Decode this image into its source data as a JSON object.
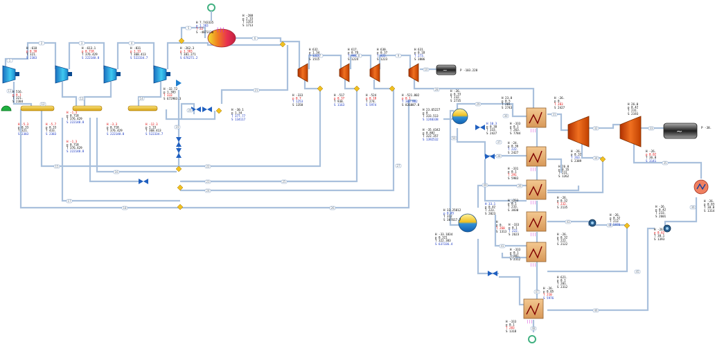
{
  "diagram": {
    "colors": {
      "stream": "#a9c0dc",
      "compressor": "#2aa8e0",
      "turbine": "#e05a10",
      "hx_body": "#e8b078",
      "heater": "#f04a5a",
      "mixer": "#f0c020",
      "valve": "#2060c0",
      "pressure_red": "#e00000",
      "mass_blue": "#1030c0"
    },
    "legend": {
      "power_out_1": "P -103.228",
      "power_out_2": "P -38."
    },
    "blocks": [
      {
        "id": "c1",
        "lines": [
          {
            "t": "H -618",
            "c": "k"
          },
          {
            "t": "p 0.38",
            "c": "r"
          },
          {
            "t": "T 321.",
            "c": "k"
          },
          {
            "t": "S 2383",
            "c": "b"
          }
        ]
      },
      {
        "id": "c2",
        "lines": [
          {
            "t": "H -613.1",
            "c": "k"
          },
          {
            "t": "p 0.718",
            "c": "r"
          },
          {
            "t": "T 376.429",
            "c": "k"
          },
          {
            "t": "S 222148.8",
            "c": "b"
          }
        ]
      },
      {
        "id": "c3",
        "lines": [
          {
            "t": "H -831",
            "c": "k"
          },
          {
            "t": "p 1.33",
            "c": "r"
          },
          {
            "t": "T 368.413",
            "c": "k"
          },
          {
            "t": "S 522334.7",
            "c": "b"
          }
        ]
      },
      {
        "id": "c4",
        "lines": [
          {
            "t": "H -262.3",
            "c": "k"
          },
          {
            "t": "p 1.383",
            "c": "r"
          },
          {
            "t": "T 381.271",
            "c": "k"
          },
          {
            "t": "S 676271.2",
            "c": "b"
          }
        ]
      },
      {
        "id": "heat",
        "lines": [
          {
            "t": "H -288",
            "c": "k"
          },
          {
            "t": "p 2.33",
            "c": "k"
          },
          {
            "t": "T 1353",
            "c": "k"
          },
          {
            "t": "S 1713",
            "c": "k"
          }
        ]
      },
      {
        "id": "heatin",
        "lines": [
          {
            "t": "H 7.743335",
            "c": "k"
          },
          {
            "t": "p 1.383",
            "c": "b"
          },
          {
            "t": "T 22",
            "c": "r"
          },
          {
            "t": "S -4873136",
            "c": "k"
          }
        ]
      },
      {
        "id": "t1",
        "lines": [
          {
            "t": "H 632.",
            "c": "k"
          },
          {
            "t": "p 1.34",
            "c": "k"
          },
          {
            "t": "T 1229",
            "c": "b"
          },
          {
            "t": "S 1515",
            "c": "k"
          }
        ]
      },
      {
        "id": "t2",
        "lines": [
          {
            "t": "H 617.",
            "c": "k"
          },
          {
            "t": "p 0.79",
            "c": "k"
          },
          {
            "t": "T 981.",
            "c": "b"
          },
          {
            "t": "S 1224",
            "c": "k"
          }
        ]
      },
      {
        "id": "t3",
        "lines": [
          {
            "t": "H 630.",
            "c": "k"
          },
          {
            "t": "p 0.37",
            "c": "k"
          },
          {
            "t": "T 822.",
            "c": "b"
          },
          {
            "t": "S 1223",
            "c": "k"
          }
        ]
      },
      {
        "id": "t4",
        "lines": [
          {
            "t": "H 631.",
            "c": "k"
          },
          {
            "t": "p 0.18",
            "c": "k"
          },
          {
            "t": "T 273.",
            "c": "b"
          },
          {
            "t": "S 3806",
            "c": "k"
          }
        ]
      },
      {
        "id": "tb1",
        "lines": [
          {
            "t": "H -333",
            "c": "k"
          },
          {
            "t": "p 0.7",
            "c": "r"
          },
          {
            "t": "T 1253",
            "c": "b"
          },
          {
            "t": "S 1358",
            "c": "k"
          }
        ]
      },
      {
        "id": "tb2",
        "lines": [
          {
            "t": "H -517",
            "c": "k"
          },
          {
            "t": "p 0.37",
            "c": "r"
          },
          {
            "t": "T 938.",
            "c": "k"
          },
          {
            "t": "S 1163",
            "c": "b"
          }
        ]
      },
      {
        "id": "tb3",
        "lines": [
          {
            "t": "H -524",
            "c": "k"
          },
          {
            "t": "p 0.18",
            "c": "r"
          },
          {
            "t": "T 274.",
            "c": "k"
          },
          {
            "t": "S 5974",
            "c": "b"
          }
        ]
      },
      {
        "id": "tb4",
        "lines": [
          {
            "t": "H -521.802",
            "c": "k"
          },
          {
            "t": "p 0.1",
            "c": "r"
          },
          {
            "t": "T 303.802",
            "c": "b"
          },
          {
            "t": "S 826887.8",
            "c": "k"
          }
        ]
      },
      {
        "id": "spl1",
        "lines": [
          {
            "t": "H 516.",
            "c": "k"
          },
          {
            "t": "p 0.1",
            "c": "r"
          },
          {
            "t": "T 321.",
            "c": "k"
          },
          {
            "t": "S 2384",
            "c": "k"
          }
        ]
      },
      {
        "id": "s1",
        "lines": [
          {
            "t": "H -5.3",
            "c": "r"
          },
          {
            "t": "p 0.33",
            "c": "k"
          },
          {
            "t": "T 321.",
            "c": "k"
          },
          {
            "t": "S 2383",
            "c": "b"
          }
        ]
      },
      {
        "id": "s2",
        "lines": [
          {
            "t": "H -5.7",
            "c": "r"
          },
          {
            "t": "p 0.33",
            "c": "k"
          },
          {
            "t": "T 433.",
            "c": "k"
          },
          {
            "t": "S 2383",
            "c": "b"
          }
        ]
      },
      {
        "id": "s3",
        "lines": [
          {
            "t": "H -1.3",
            "c": "r"
          },
          {
            "t": "p 0.718",
            "c": "k"
          },
          {
            "t": "T 376.429",
            "c": "k"
          },
          {
            "t": "S 222148.8",
            "c": "b"
          }
        ]
      },
      {
        "id": "s3b",
        "lines": [
          {
            "t": "H -1.3",
            "c": "r"
          },
          {
            "t": "p 0.718",
            "c": "k"
          },
          {
            "t": "T 376.429",
            "c": "k"
          },
          {
            "t": "S 222148.8",
            "c": "b"
          }
        ]
      },
      {
        "id": "s4",
        "lines": [
          {
            "t": "H -3.3",
            "c": "r"
          },
          {
            "t": "p 0.718",
            "c": "k"
          },
          {
            "t": "T 376.429",
            "c": "k"
          },
          {
            "t": "S 222148.8",
            "c": "b"
          }
        ]
      },
      {
        "id": "s5",
        "lines": [
          {
            "t": "H -12.3",
            "c": "r"
          },
          {
            "t": "p 1.33",
            "c": "k"
          },
          {
            "t": "T 368.413",
            "c": "k"
          },
          {
            "t": "S 522334.7",
            "c": "b"
          }
        ]
      },
      {
        "id": "v1",
        "lines": [
          {
            "t": "H -32.72",
            "c": "k"
          },
          {
            "t": "p 1.383",
            "c": "k"
          },
          {
            "t": "T 333",
            "c": "r"
          },
          {
            "t": "S 672983.3",
            "c": "k"
          }
        ]
      },
      {
        "id": "m1",
        "lines": [
          {
            "t": "H -30.1",
            "c": "k"
          },
          {
            "t": "p 1.34",
            "c": "k"
          },
          {
            "t": "T 377.77",
            "c": "b"
          },
          {
            "t": "S 134117",
            "c": "b"
          }
        ]
      },
      {
        "id": "drum1",
        "lines": [
          {
            "t": "H 23.65227",
            "c": "k"
          },
          {
            "t": "p 8",
            "c": "k"
          },
          {
            "t": "T 333.513",
            "c": "k"
          },
          {
            "t": "S 1240338",
            "c": "b"
          }
        ]
      },
      {
        "id": "drum1b",
        "lines": [
          {
            "t": "H -35.4342",
            "c": "k"
          },
          {
            "t": "p 0.882",
            "c": "k"
          },
          {
            "t": "T 322.357",
            "c": "k"
          },
          {
            "t": "S 1392532",
            "c": "b"
          }
        ]
      },
      {
        "id": "e1",
        "lines": [
          {
            "t": "H -26.",
            "c": "k"
          },
          {
            "t": "p 6.33",
            "c": "k"
          },
          {
            "t": "T 232.",
            "c": "k"
          },
          {
            "t": "S 2735",
            "c": "k"
          }
        ]
      },
      {
        "id": "hx1",
        "lines": [
          {
            "t": "H 23.8",
            "c": "k"
          },
          {
            "t": "p 0.5",
            "c": "k"
          },
          {
            "t": "T 201.",
            "c": "k"
          },
          {
            "t": "S 2743",
            "c": "k"
          }
        ]
      },
      {
        "id": "hx1r",
        "lines": [
          {
            "t": "H -26.",
            "c": "k"
          },
          {
            "t": "p 0.",
            "c": "k"
          },
          {
            "t": "T 283",
            "c": "r"
          },
          {
            "t": "S 2427",
            "c": "k"
          }
        ]
      },
      {
        "id": "hx2",
        "lines": [
          {
            "t": "H 10.3",
            "c": "b"
          },
          {
            "t": "p 0.38",
            "c": "k"
          },
          {
            "t": "T 333.",
            "c": "k"
          },
          {
            "t": "S 2427",
            "c": "k"
          }
        ]
      },
      {
        "id": "hx2l",
        "lines": [
          {
            "t": "H -333",
            "c": "k"
          },
          {
            "t": "p 0.1",
            "c": "k"
          },
          {
            "t": "T 263.",
            "c": "k"
          },
          {
            "t": "S 7784",
            "c": "k"
          }
        ]
      },
      {
        "id": "hx2r",
        "lines": [
          {
            "t": "H -24.",
            "c": "k"
          },
          {
            "t": "p 0.36",
            "c": "k"
          },
          {
            "t": "T 222.",
            "c": "b"
          },
          {
            "t": "S 2427",
            "c": "k"
          }
        ]
      },
      {
        "id": "tur2",
        "lines": [
          {
            "t": "H -26.",
            "c": "k"
          },
          {
            "t": "p 0.32",
            "c": "k"
          },
          {
            "t": "T 263.",
            "c": "b"
          },
          {
            "t": "S 2389",
            "c": "k"
          }
        ]
      },
      {
        "id": "tur3",
        "lines": [
          {
            "t": "H 26.0",
            "c": "k"
          },
          {
            "t": "p 0.42",
            "c": "k"
          },
          {
            "t": "T 231.",
            "c": "k"
          },
          {
            "t": "S 2193",
            "c": "k"
          }
        ]
      },
      {
        "id": "tur3b",
        "lines": [
          {
            "t": "H -26.",
            "c": "k"
          },
          {
            "t": "p 0.02",
            "c": "r"
          },
          {
            "t": "T 36.8",
            "c": "k"
          },
          {
            "t": "S 3141",
            "c": "b"
          }
        ]
      },
      {
        "id": "hx3",
        "lines": [
          {
            "t": "H 26.0",
            "c": "k"
          },
          {
            "t": "p 0.35",
            "c": "k"
          },
          {
            "t": "T 231.",
            "c": "k"
          },
          {
            "t": "S 1262",
            "c": "k"
          }
        ]
      },
      {
        "id": "hx3l",
        "lines": [
          {
            "t": "H -331",
            "c": "k"
          },
          {
            "t": "p 0.1",
            "c": "k"
          },
          {
            "t": "T 291",
            "c": "r"
          },
          {
            "t": "S 5983",
            "c": "k"
          }
        ]
      },
      {
        "id": "hx4",
        "lines": [
          {
            "t": "H -26.",
            "c": "k"
          },
          {
            "t": "p 0.32",
            "c": "k"
          },
          {
            "t": "T 232.",
            "c": "r"
          },
          {
            "t": "S 2135",
            "c": "k"
          }
        ]
      },
      {
        "id": "hx4l",
        "lines": [
          {
            "t": "H -333",
            "c": "k"
          },
          {
            "t": "p 0.1",
            "c": "k"
          },
          {
            "t": "T 233.",
            "c": "k"
          },
          {
            "t": "S 3830",
            "c": "k"
          }
        ]
      },
      {
        "id": "drum2",
        "lines": [
          {
            "t": "H 33.25812",
            "c": "k"
          },
          {
            "t": "p 0.45",
            "c": "b"
          },
          {
            "t": "T 312",
            "c": "k"
          },
          {
            "t": "S 387617.7",
            "c": "k"
          }
        ]
      },
      {
        "id": "drum2b",
        "lines": [
          {
            "t": "H -33.1834",
            "c": "k"
          },
          {
            "t": "p 0.321",
            "c": "k"
          },
          {
            "t": "T 322.383",
            "c": "k"
          },
          {
            "t": "S 637336.4",
            "c": "b"
          }
        ]
      },
      {
        "id": "e2",
        "lines": [
          {
            "t": "H 33.1",
            "c": "b"
          },
          {
            "t": "p 0.42",
            "c": "k"
          },
          {
            "t": "T 223.",
            "c": "k"
          },
          {
            "t": "S 2023",
            "c": "k"
          }
        ]
      },
      {
        "id": "e3",
        "lines": [
          {
            "t": "H -26.",
            "c": "k"
          },
          {
            "t": "p 0.42",
            "c": "k"
          },
          {
            "t": "T 233.",
            "c": "k"
          },
          {
            "t": "S 2601",
            "c": "k"
          }
        ]
      },
      {
        "id": "hx5",
        "lines": [
          {
            "t": "H",
            "c": "k"
          },
          {
            "t": "p 0.",
            "c": "k"
          },
          {
            "t": "T 260",
            "c": "r"
          },
          {
            "t": "S 1313",
            "c": "k"
          }
        ]
      },
      {
        "id": "hx5l",
        "lines": [
          {
            "t": "H -333",
            "c": "k"
          },
          {
            "t": "p 0.1",
            "c": "k"
          },
          {
            "t": "T 222.",
            "c": "b"
          },
          {
            "t": "S 2623",
            "c": "k"
          }
        ]
      },
      {
        "id": "hx6",
        "lines": [
          {
            "t": "H -26.",
            "c": "k"
          },
          {
            "t": "p 0.32",
            "c": "k"
          },
          {
            "t": "T 222.",
            "c": "k"
          },
          {
            "t": "S 2122",
            "c": "k"
          }
        ]
      },
      {
        "id": "hx6l",
        "lines": [
          {
            "t": "H -333",
            "c": "k"
          },
          {
            "t": "p 0.1",
            "c": "k"
          },
          {
            "t": "T 201.",
            "c": "k"
          },
          {
            "t": "S 2312",
            "c": "k"
          }
        ]
      },
      {
        "id": "pump1",
        "lines": [
          {
            "t": "H -26.",
            "c": "k"
          },
          {
            "t": "p 0.32",
            "c": "k"
          },
          {
            "t": "T 213",
            "c": "k"
          },
          {
            "t": "S 5976",
            "c": "b"
          }
        ]
      },
      {
        "id": "pump2",
        "lines": [
          {
            "t": "H -26.",
            "c": "k"
          },
          {
            "t": "p 0.62",
            "c": "r"
          },
          {
            "t": "T 30.1",
            "c": "k"
          },
          {
            "t": "S 1393",
            "c": "k"
          }
        ]
      },
      {
        "id": "cond",
        "lines": [
          {
            "t": "H -26.",
            "c": "k"
          },
          {
            "t": "p 0.03",
            "c": "k"
          },
          {
            "t": "T 38.8",
            "c": "k"
          },
          {
            "t": "S 1314",
            "c": "k"
          }
        ]
      },
      {
        "id": "hx7",
        "lines": [
          {
            "t": "H 621.",
            "c": "k"
          },
          {
            "t": "p 0.1",
            "c": "k"
          },
          {
            "t": "T 201.",
            "c": "k"
          },
          {
            "t": "S 2312",
            "c": "k"
          }
        ]
      },
      {
        "id": "hx7l",
        "lines": [
          {
            "t": "H -26.",
            "c": "k"
          },
          {
            "t": "p 0.05",
            "c": "k"
          },
          {
            "t": "T 210",
            "c": "r"
          },
          {
            "t": "S 5976",
            "c": "b"
          }
        ]
      },
      {
        "id": "hx8",
        "lines": [
          {
            "t": "H -333",
            "c": "k"
          },
          {
            "t": "p 0.1",
            "c": "k"
          },
          {
            "t": "T 283",
            "c": "r"
          },
          {
            "t": "S 1318",
            "c": "k"
          }
        ]
      }
    ],
    "stream_tags": [
      "1",
      "2",
      "3",
      "4",
      "5",
      "6",
      "7",
      "8",
      "9",
      "10",
      "11",
      "12",
      "13",
      "14",
      "15",
      "16",
      "17",
      "18",
      "19",
      "20",
      "21",
      "22",
      "23",
      "24",
      "25",
      "26",
      "27",
      "28",
      "29",
      "30",
      "31",
      "32",
      "33",
      "34",
      "35",
      "36",
      "37",
      "38",
      "39",
      "40",
      "41",
      "42",
      "43",
      "44",
      "45",
      "46",
      "47",
      "48",
      "49",
      "50"
    ]
  }
}
